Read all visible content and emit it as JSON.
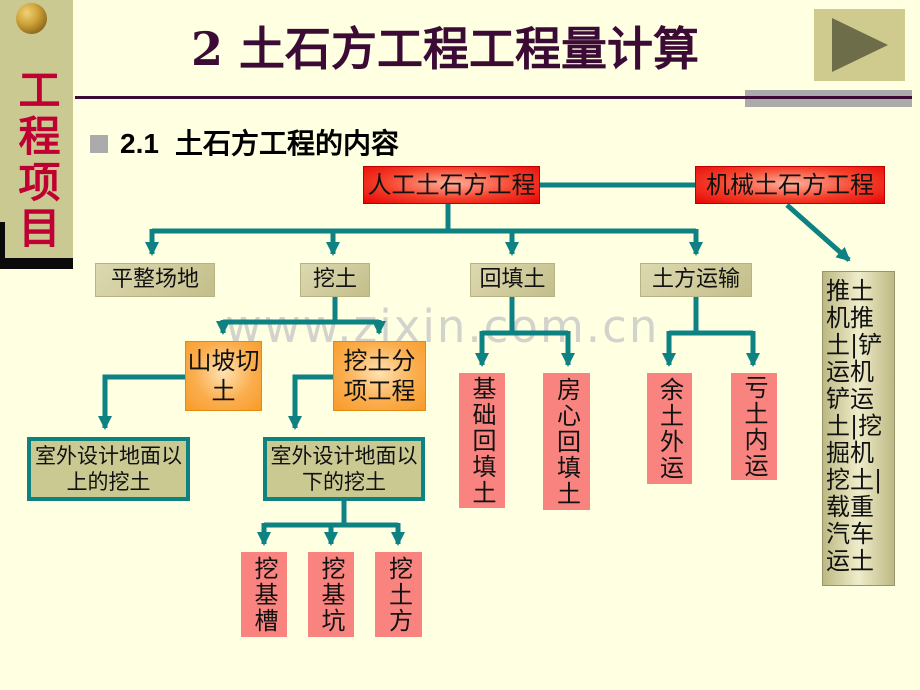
{
  "header": {
    "title": "2 土石方工程工程量计算"
  },
  "sidebar": {
    "label": "工程项目"
  },
  "section": {
    "number": "2.1",
    "title": "土石方工程的内容"
  },
  "watermark": "www.zixin.com.cn",
  "colors": {
    "background": "#FFFFE1",
    "sidebar": "#CBC992",
    "sidebar_text": "#BE0032",
    "title_text": "#3B0A35",
    "connector_teal": "#0E8182",
    "red_box": "#E80505",
    "orange_box": "#F89A28",
    "khaki_box": "#CBC992",
    "pink_box": "#F8837F",
    "green_box_border": "#0E8181",
    "accent_gray": "#ABABAB"
  },
  "diagram": {
    "root_manual": "人工土石方工程",
    "root_mechanical": "机械土石方工程",
    "level2": [
      {
        "label": "平整场地"
      },
      {
        "label": "挖土"
      },
      {
        "label": "回填土"
      },
      {
        "label": "土方运输"
      }
    ],
    "excavation_children": [
      {
        "label": "山坡切土"
      },
      {
        "label": "挖土分项工程"
      }
    ],
    "ground_boxes": [
      {
        "label": "室外设计地面以上的挖土"
      },
      {
        "label": "室外设计地面以下的挖土"
      }
    ],
    "trench_types": [
      {
        "label": "挖基槽"
      },
      {
        "label": "挖基坑"
      },
      {
        "label": "挖土方"
      }
    ],
    "backfill_types": [
      {
        "label": "基础回填土"
      },
      {
        "label": "房心回填土"
      }
    ],
    "transport_types": [
      {
        "label": "余土外运"
      },
      {
        "label": "亏土内运"
      }
    ],
    "mechanical_detail": "推土机推土|铲运机铲运土|挖掘机挖土|载重汽车运土"
  }
}
